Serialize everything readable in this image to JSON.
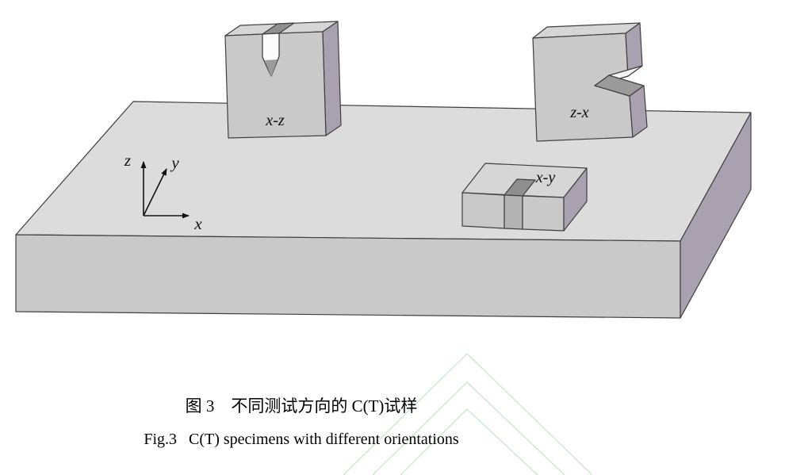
{
  "figure": {
    "caption_zh": "图 3　不同测试方向的 C(T)试样",
    "caption_en": "Fig.3   C(T) specimens with different orientations"
  },
  "diagram": {
    "axes": {
      "x": "x",
      "y": "y",
      "z": "z"
    },
    "specimens": [
      {
        "label": "x-z"
      },
      {
        "label": "z-x"
      },
      {
        "label": "x-y"
      }
    ]
  },
  "colors": {
    "face_top": "#dcdcdc",
    "face_front": "#c9c9c9",
    "face_side": "#a9a0b0",
    "specimen_top": "#d6d6d6",
    "notch_inner_light": "#f2f2f2",
    "notch_inner_dark": "#9b9b9b",
    "slot_dark": "#8f8f8f",
    "slit_through": "#fcfcfc",
    "slot_front": "#b3b3b3",
    "outline": "#3f3f3f",
    "watermark": "#b0ddb0",
    "text": "#000000"
  }
}
